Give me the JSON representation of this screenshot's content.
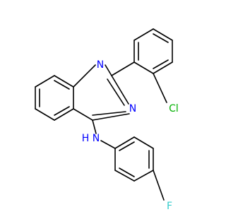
{
  "molecule": {
    "atom_labels": {
      "n1": "N",
      "n3": "N",
      "nh": "N",
      "h": "H",
      "cl": "Cl",
      "f": "F"
    },
    "colors": {
      "bond": "#000000",
      "nitrogen": "#0000ff",
      "chlorine": "#00b000",
      "fluorine": "#33cccc"
    }
  }
}
